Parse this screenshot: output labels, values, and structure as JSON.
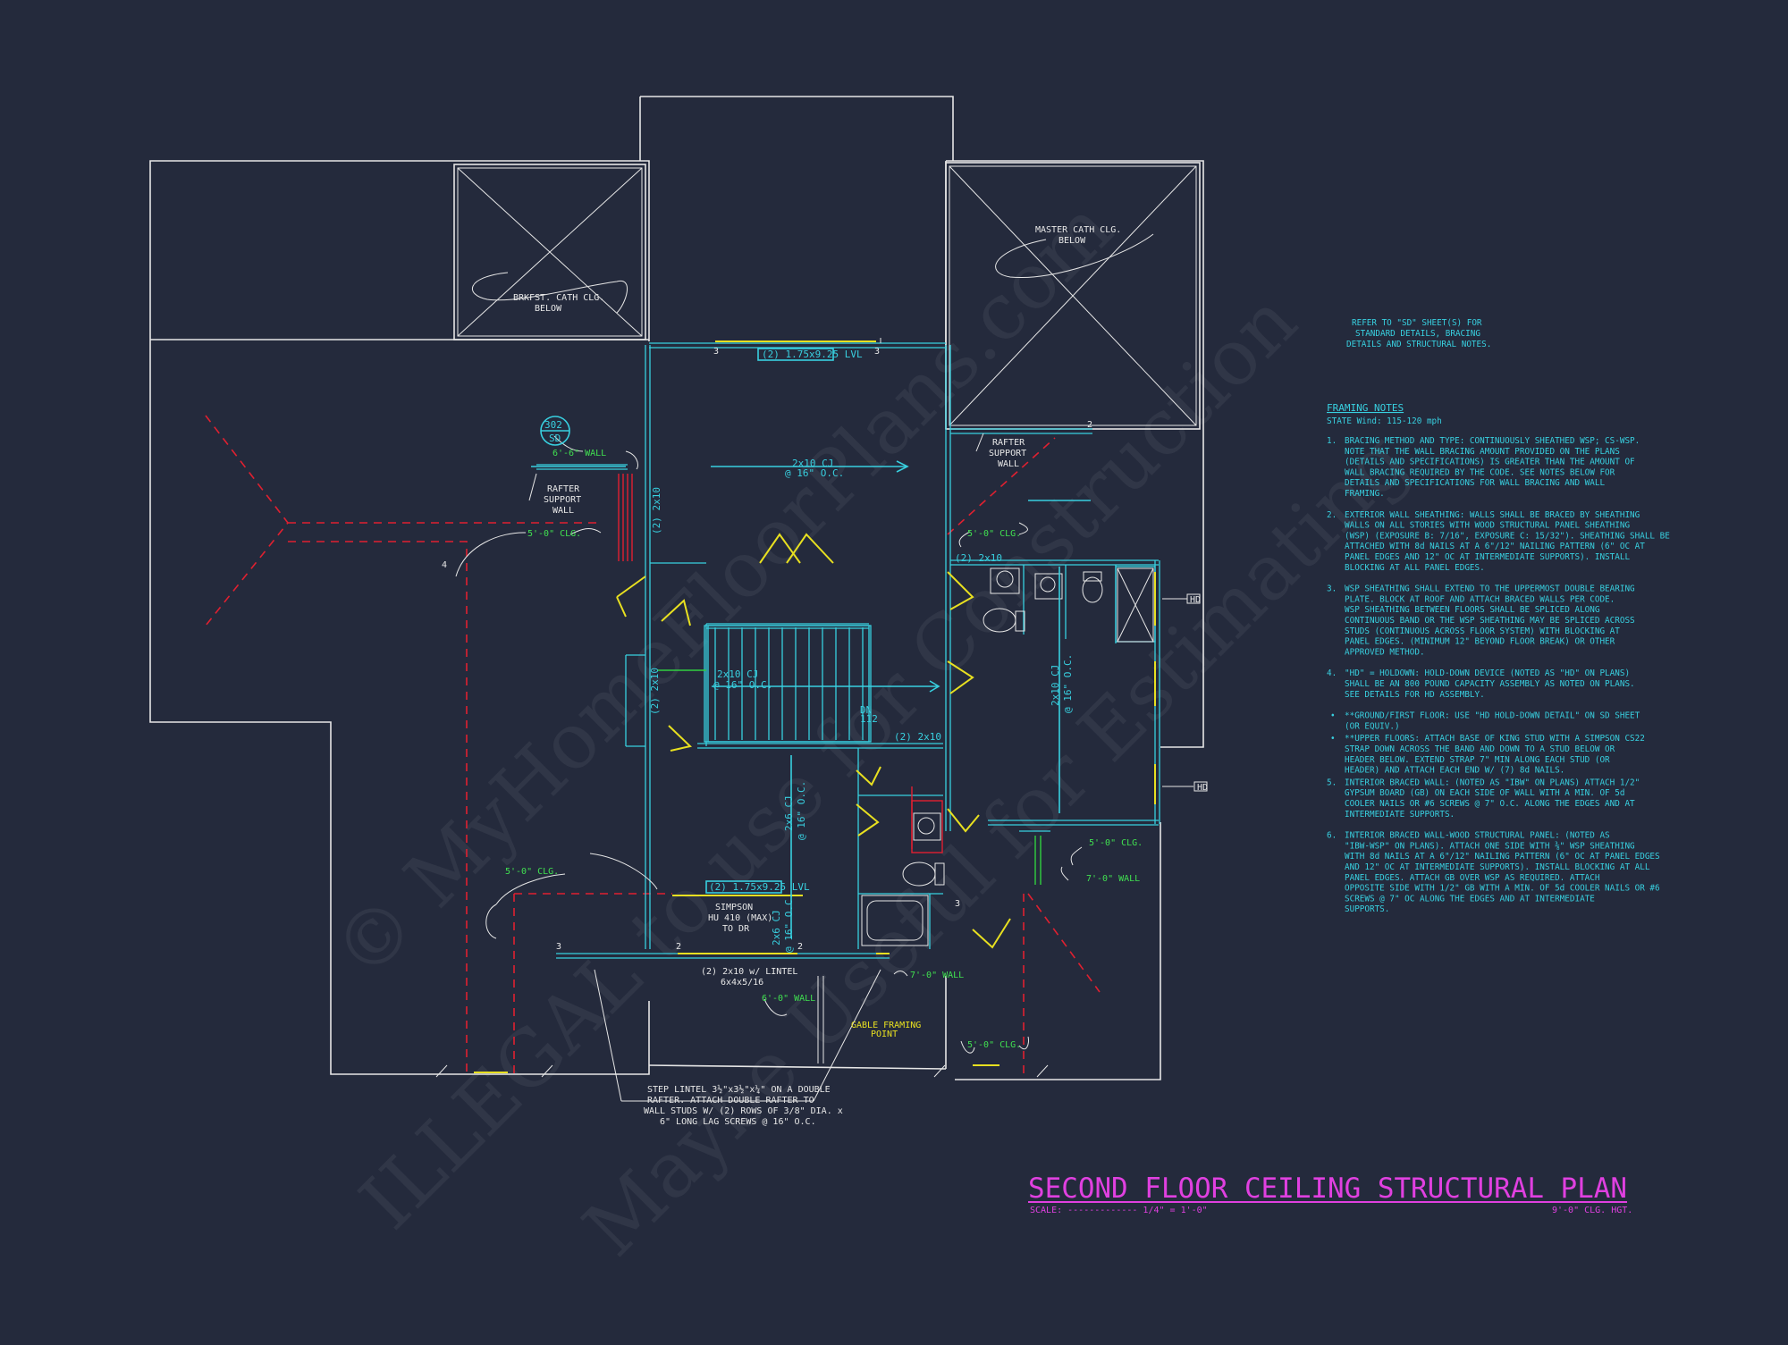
{
  "title": {
    "main": "SECOND FLOOR CEILING STRUCTURAL PLAN",
    "scale_label": "SCALE: ------------- 1/4\" = 1'-0\"",
    "height_label": "9'-0\" CLG. HGT."
  },
  "watermark": {
    "line1": "© MyHomeFloorPlans.com",
    "line2": "ILLEGAL to use for Construction",
    "line3": "Maybe Useful for Estimating"
  },
  "colors": {
    "background": "#242a3c",
    "outline": "#e6e6e6",
    "walls": "#38d0e0",
    "headers": "#e8e020",
    "ridges": "#e02030",
    "callouts": "#40e050",
    "title": "#e040e0"
  },
  "labels": {
    "brkfst_cath": [
      "BRKFST. CATH CLG.",
      "BELOW"
    ],
    "master_cath": [
      "MASTER CATH CLG.",
      "BELOW"
    ],
    "lvl_top": "(2) 1.75x9.25 LVL",
    "lvl_bottom": "(2) 1.75x9.25 LVL",
    "detail_top": "302",
    "detail_bottom": "SD",
    "wall_6_6": "6'-6\" WALL",
    "rafter_left": [
      "RAFTER",
      "SUPPORT",
      "WALL"
    ],
    "rafter_right": [
      "RAFTER",
      "SUPPORT",
      "WALL"
    ],
    "clg_5_left": "5'-0\" CLG.",
    "clg_5_right": "5'-0\" CLG.",
    "clg_5_lower_left": "5'-0\" CLG.",
    "clg_5_lower_right": "5'-0\" CLG.",
    "clg_5_bottom": "5'-0\" CLG.",
    "wall_7_right": "7'-0\" WALL",
    "wall_7_center": "7'-0\" WALL",
    "wall_6_bottom": "6'-0\" WALL",
    "cj_top": [
      "2x10 CJ",
      "@ 16\" O.C."
    ],
    "cj_stair": [
      "2x10 CJ",
      "@ 16\" O.C."
    ],
    "cj_right": [
      "2x10 CJ",
      "@ 16\" O.C."
    ],
    "cj_center": [
      "2x6 CJ",
      "@ 16\" O.C."
    ],
    "cj_small": [
      "2x6 CJ",
      "@ 16\" O.C."
    ],
    "beam_2x10_top": "(2) 2x10",
    "beam_2x10_mid": "(2) 2x10",
    "beam_2x10_vert_a": "(2) 2x10",
    "beam_2x10_vert_b": "(2) 2x10",
    "dn": "DN",
    "nr": "112",
    "simpson": [
      "SIMPSON",
      "HU 410 (MAX)",
      "TO DR"
    ],
    "lintel": [
      "(2) 2x10 w/ LINTEL",
      "6x4x5/16"
    ],
    "gable": [
      "GABLE FRAMING",
      "POINT"
    ],
    "step_lintel": [
      "STEP LINTEL 3½\"x3½\"x¼\" ON A DOUBLE",
      "RAFTER.  ATTACH DOUBLE RAFTER TO",
      "WALL STUDS W/ (2) ROWS OF 3/8\" DIA. x",
      "6\" LONG LAG SCREWS @ 16\" O.C."
    ],
    "hd": "HD",
    "hd_2": "HD",
    "mark_3a": "3",
    "mark_3b": "3",
    "mark_2a": "2",
    "mark_4": "4",
    "mark_3c": "3",
    "mark_2b": "2",
    "mark_2c": "2",
    "mark_3d": "3"
  },
  "notes": {
    "refer": [
      "REFER TO \"SD\" SHEET(S) FOR",
      "STANDARD DETAILS, BRACING",
      "DETAILS AND STRUCTURAL NOTES."
    ],
    "heading": "FRAMING NOTES",
    "wind": "STATE Wind: 115-120 mph",
    "items": [
      {
        "num": "1.",
        "lines": [
          "BRACING METHOD AND TYPE: CONTINUOUSLY SHEATHED WSP; CS-WSP.",
          "NOTE THAT THE WALL BRACING AMOUNT PROVIDED ON THE PLANS",
          "(DETAILS AND SPECIFICATIONS) IS GREATER THAN THE AMOUNT OF",
          "WALL BRACING REQUIRED BY THE CODE. SEE NOTES BELOW FOR",
          "DETAILS AND SPECIFICATIONS FOR WALL BRACING AND WALL",
          "FRAMING."
        ]
      },
      {
        "num": "2.",
        "lines": [
          "EXTERIOR WALL SHEATHING: WALLS SHALL BE BRACED BY SHEATHING",
          "WALLS ON ALL STORIES WITH WOOD STRUCTURAL PANEL SHEATHING",
          "(WSP) (EXPOSURE B: 7/16\", EXPOSURE C: 15/32\"). SHEATHING SHALL BE",
          "ATTACHED WITH 8d NAILS AT A 6\"/12\" NAILING PATTERN (6\" OC AT",
          "PANEL EDGES AND 12\" OC AT INTERMEDIATE SUPPORTS). INSTALL",
          "BLOCKING AT ALL PANEL EDGES."
        ]
      },
      {
        "num": "3.",
        "lines": [
          "WSP SHEATHING SHALL EXTEND TO THE UPPERMOST DOUBLE BEARING",
          "PLATE. BLOCK AT ROOF AND ATTACH BRACED WALLS PER CODE.",
          "WSP SHEATHING BETWEEN FLOORS SHALL BE SPLICED ALONG",
          "CONTINUOUS BAND OR THE WSP SHEATHING MAY BE SPLICED ACROSS",
          "STUDS (CONTINUOUS ACROSS FLOOR SYSTEM) WITH BLOCKING AT",
          "PANEL EDGES. (MINIMUM 12\" BEYOND FLOOR BREAK) OR OTHER",
          "APPROVED METHOD."
        ]
      },
      {
        "num": "4.",
        "lines": [
          "\"HD\" = HOLDOWN: HOLD-DOWN DEVICE (NOTED AS \"HD\" ON PLANS)",
          "SHALL BE AN 800 POUND CAPACITY ASSEMBLY AS NOTED ON PLANS.",
          "SEE DETAILS FOR HD ASSEMBLY."
        ]
      },
      {
        "num": "•",
        "lines": [
          "**GROUND/FIRST FLOOR: USE \"HD HOLD-DOWN DETAIL\" ON SD SHEET",
          "(OR EQUIV.)"
        ]
      },
      {
        "num": "•",
        "lines": [
          "**UPPER FLOORS: ATTACH BASE OF KING STUD WITH A SIMPSON CS22",
          "STRAP DOWN ACROSS THE BAND AND DOWN TO A STUD BELOW OR",
          "HEADER BELOW.  EXTEND STRAP 7\" MIN ALONG EACH STUD (OR",
          "HEADER) AND ATTACH EACH END W/ (7) 8d NAILS."
        ]
      },
      {
        "num": "5.",
        "lines": [
          "INTERIOR BRACED WALL: (NOTED AS \"IBW\" ON PLANS) ATTACH 1/2\"",
          "GYPSUM BOARD (GB) ON EACH SIDE OF WALL WITH A MIN. OF 5d",
          "COOLER NAILS OR #6 SCREWS @ 7\" O.C. ALONG THE EDGES AND AT",
          "INTERMEDIATE SUPPORTS."
        ]
      },
      {
        "num": "6.",
        "lines": [
          "INTERIOR BRACED WALL-WOOD STRUCTURAL PANEL: (NOTED AS",
          "\"IBW-WSP\" ON PLANS). ATTACH ONE SIDE WITH ⅜\" WSP SHEATHING",
          "WITH 8d NAILS AT A 6\"/12\" NAILING PATTERN (6\" OC AT PANEL EDGES",
          "AND 12\" OC AT INTERMEDIATE SUPPORTS). INSTALL BLOCKING AT ALL",
          "PANEL EDGES. ATTACH GB OVER WSP AS REQUIRED. ATTACH",
          "OPPOSITE SIDE WITH 1/2\" GB WITH A MIN. OF 5d COOLER NAILS OR #6",
          "SCREWS @ 7\" OC ALONG THE EDGES AND AT INTERMEDIATE",
          "SUPPORTS."
        ]
      }
    ]
  }
}
